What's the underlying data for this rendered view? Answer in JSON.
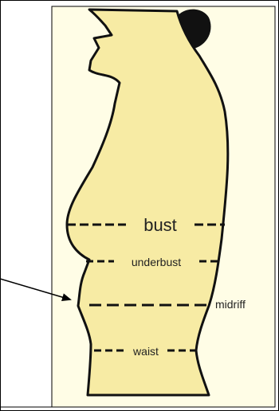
{
  "labels": {
    "bust": "bust",
    "underbust": "underbust",
    "midriff": "midriff",
    "waist": "waist"
  },
  "colors": {
    "background": "#ffffff",
    "panel": "#fffde6",
    "body_fill": "#f7eba4",
    "outline": "#111111",
    "hair": "#111111",
    "text": "#222222",
    "frame": "#000000"
  },
  "icons": {
    "pointer": "arrow-right-icon"
  }
}
